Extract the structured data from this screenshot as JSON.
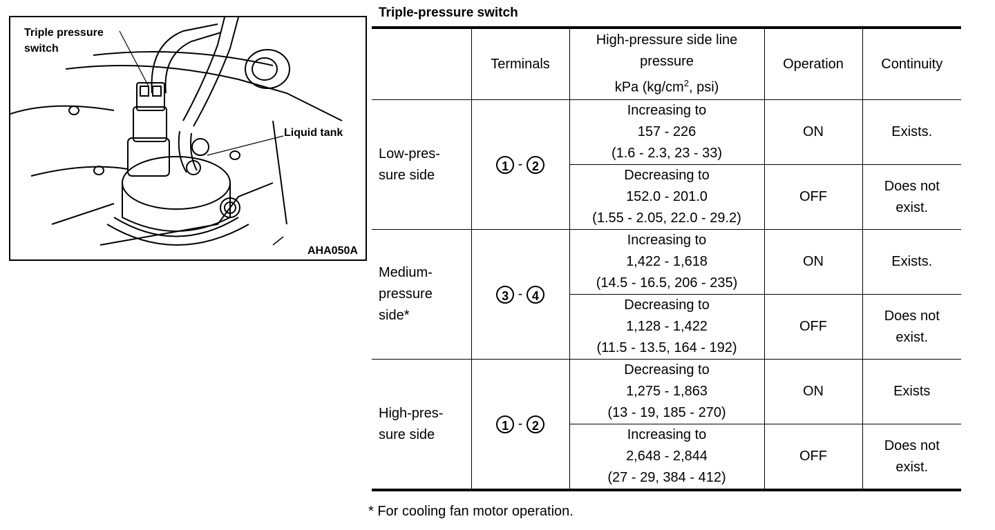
{
  "figure": {
    "label_switch_1": "Triple pressure",
    "label_switch_2": "switch",
    "label_tank": "Liquid tank",
    "code": "AHA050A"
  },
  "title": "Triple-pressure switch",
  "headers": {
    "terminals": "Terminals",
    "pressure_1": "High-pressure side line",
    "pressure_2": "pressure",
    "pressure_3a": "kPa (kg/cm",
    "pressure_sup": "2",
    "pressure_3b": ", psi)",
    "operation": "Operation",
    "continuity": "Continuity"
  },
  "groups": [
    {
      "side_1": "Low-pres-",
      "side_2": "sure side",
      "side_3": "",
      "t1": "1",
      "dash": "-",
      "t2": "2",
      "rows": [
        {
          "l1": "Increasing to",
          "l2": "157 - 226",
          "l3": "(1.6 - 2.3, 23 - 33)",
          "op": "ON",
          "c1": "Exists.",
          "c2": ""
        },
        {
          "l1": "Decreasing to",
          "l2": "152.0 - 201.0",
          "l3": "(1.55 - 2.05, 22.0 - 29.2)",
          "op": "OFF",
          "c1": "Does not",
          "c2": "exist."
        }
      ]
    },
    {
      "side_1": "Medium-",
      "side_2": "pressure",
      "side_3": "side*",
      "t1": "3",
      "dash": "-",
      "t2": "4",
      "rows": [
        {
          "l1": "Increasing to",
          "l2": "1,422 - 1,618",
          "l3": "(14.5 - 16.5, 206 - 235)",
          "op": "ON",
          "c1": "Exists.",
          "c2": ""
        },
        {
          "l1": "Decreasing to",
          "l2": "1,128 - 1,422",
          "l3": "(11.5 - 13.5, 164 - 192)",
          "op": "OFF",
          "c1": "Does not",
          "c2": "exist."
        }
      ]
    },
    {
      "side_1": "High-pres-",
      "side_2": "sure side",
      "side_3": "",
      "t1": "1",
      "dash": "-",
      "t2": "2",
      "rows": [
        {
          "l1": "Decreasing to",
          "l2": "1,275 - 1,863",
          "l3": "(13 - 19, 185 - 270)",
          "op": "ON",
          "c1": "Exists",
          "c2": ""
        },
        {
          "l1": "Increasing to",
          "l2": "2,648 - 2,844",
          "l3": "(27 - 29, 384 - 412)",
          "op": "OFF",
          "c1": "Does not",
          "c2": "exist."
        }
      ]
    }
  ],
  "footnote": "* For cooling fan motor operation."
}
